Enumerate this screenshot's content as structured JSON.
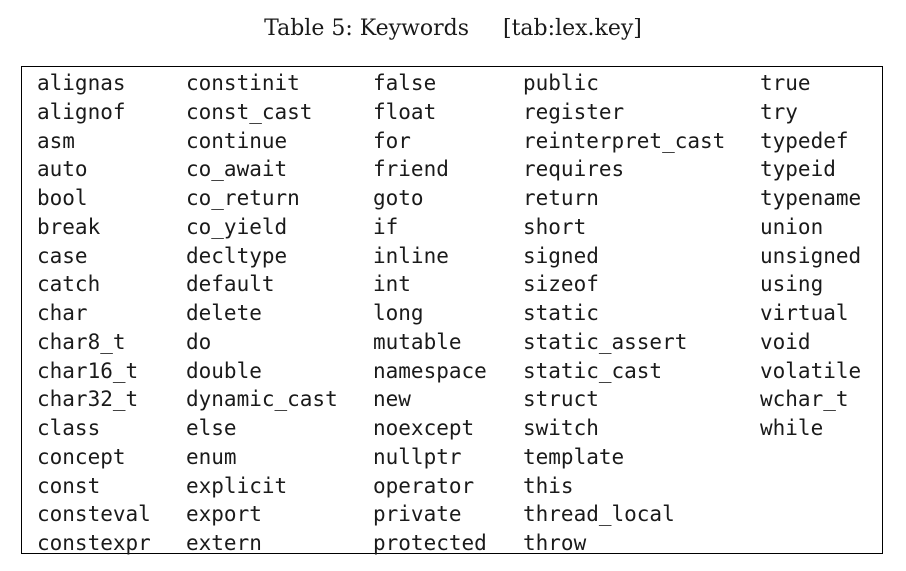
{
  "caption": {
    "label": "Table 5: Keywords",
    "ref": "[tab:lex.key]"
  },
  "columns": [
    [
      "alignas",
      "alignof",
      "asm",
      "auto",
      "bool",
      "break",
      "case",
      "catch",
      "char",
      "char8_t",
      "char16_t",
      "char32_t",
      "class",
      "concept",
      "const",
      "consteval",
      "constexpr"
    ],
    [
      "constinit",
      "const_cast",
      "continue",
      "co_await",
      "co_return",
      "co_yield",
      "decltype",
      "default",
      "delete",
      "do",
      "double",
      "dynamic_cast",
      "else",
      "enum",
      "explicit",
      "export",
      "extern"
    ],
    [
      "false",
      "float",
      "for",
      "friend",
      "goto",
      "if",
      "inline",
      "int",
      "long",
      "mutable",
      "namespace",
      "new",
      "noexcept",
      "nullptr",
      "operator",
      "private",
      "protected"
    ],
    [
      "public",
      "register",
      "reinterpret_cast",
      "requires",
      "return",
      "short",
      "signed",
      "sizeof",
      "static",
      "static_assert",
      "static_cast",
      "struct",
      "switch",
      "template",
      "this",
      "thread_local",
      "throw"
    ],
    [
      "true",
      "try",
      "typedef",
      "typeid",
      "typename",
      "union",
      "unsigned",
      "using",
      "virtual",
      "void",
      "volatile",
      "wchar_t",
      "while"
    ]
  ]
}
